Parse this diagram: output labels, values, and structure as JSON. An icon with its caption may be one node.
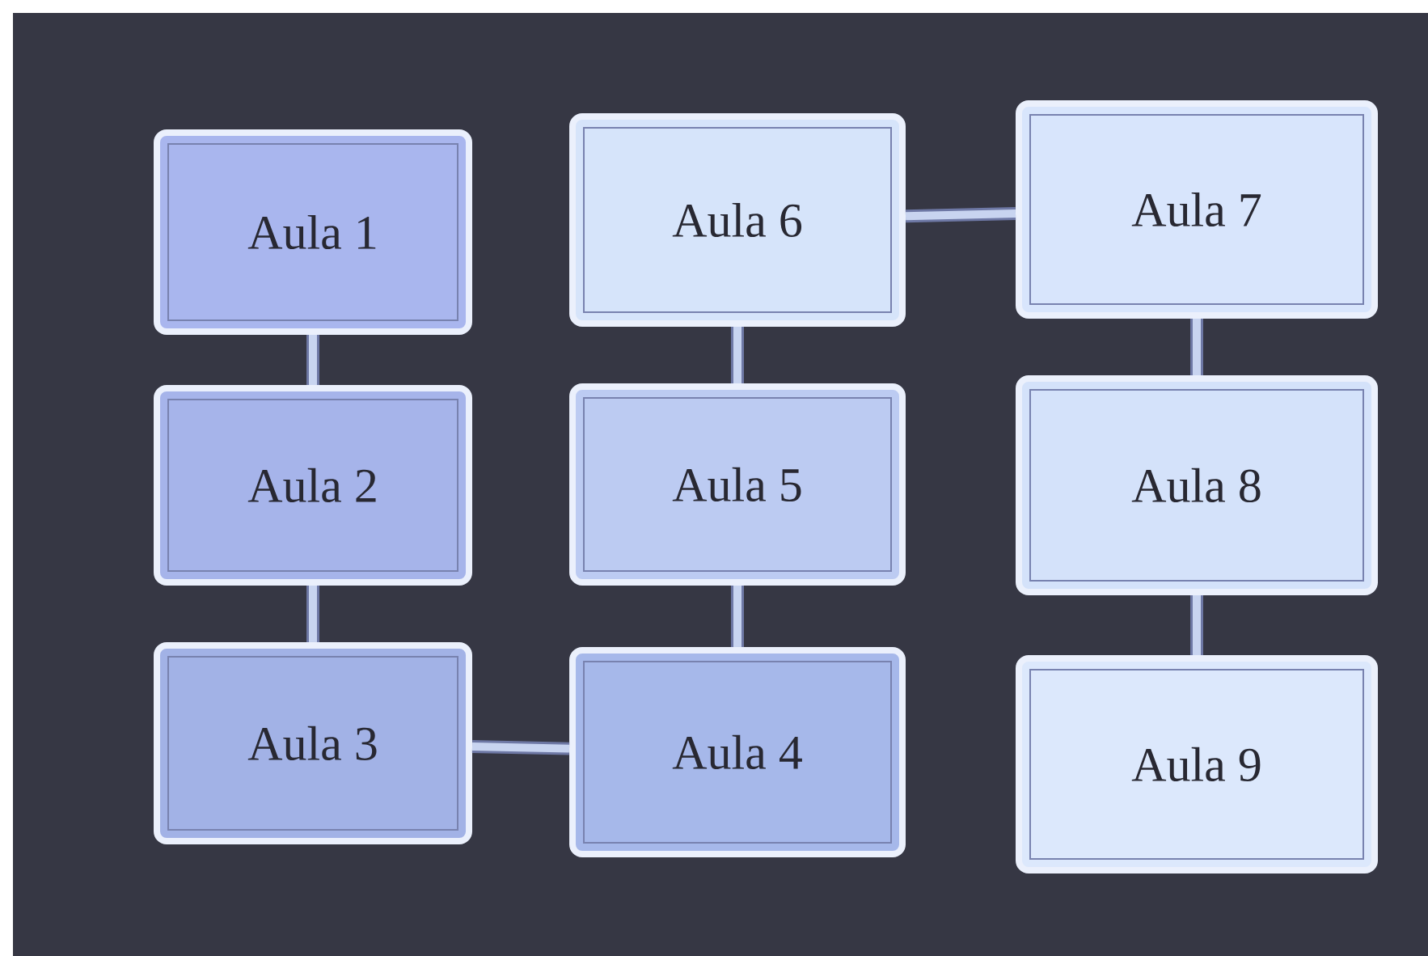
{
  "diagram": {
    "nodes": [
      {
        "text": [
          "Aula 1"
        ]
      },
      {
        "text": [
          "Aula 2"
        ]
      },
      {
        "text": [
          "Aula 3"
        ]
      },
      {
        "text": [
          "Aula 4"
        ]
      },
      {
        "text": [
          "Aula 5"
        ]
      },
      {
        "text": [
          "Aula 6"
        ]
      },
      {
        "text": [
          "Aula 7"
        ]
      },
      {
        "text": [
          "Aula 8"
        ]
      },
      {
        "text": [
          "Aula 9"
        ]
      }
    ],
    "edges": [
      {
        "from": 0,
        "to": 1,
        "arrow": "none"
      },
      {
        "from": 1,
        "to": 2,
        "arrow": "none"
      },
      {
        "from": 2,
        "to": 3,
        "arrow": "none"
      },
      {
        "from": 3,
        "to": 4,
        "arrow": "none"
      },
      {
        "from": 4,
        "to": 5,
        "arrow": "none"
      },
      {
        "from": 5,
        "to": 6,
        "arrow": "none"
      },
      {
        "from": 6,
        "to": 7,
        "arrow": "none"
      },
      {
        "from": 7,
        "to": 8,
        "arrow": "none"
      }
    ]
  }
}
